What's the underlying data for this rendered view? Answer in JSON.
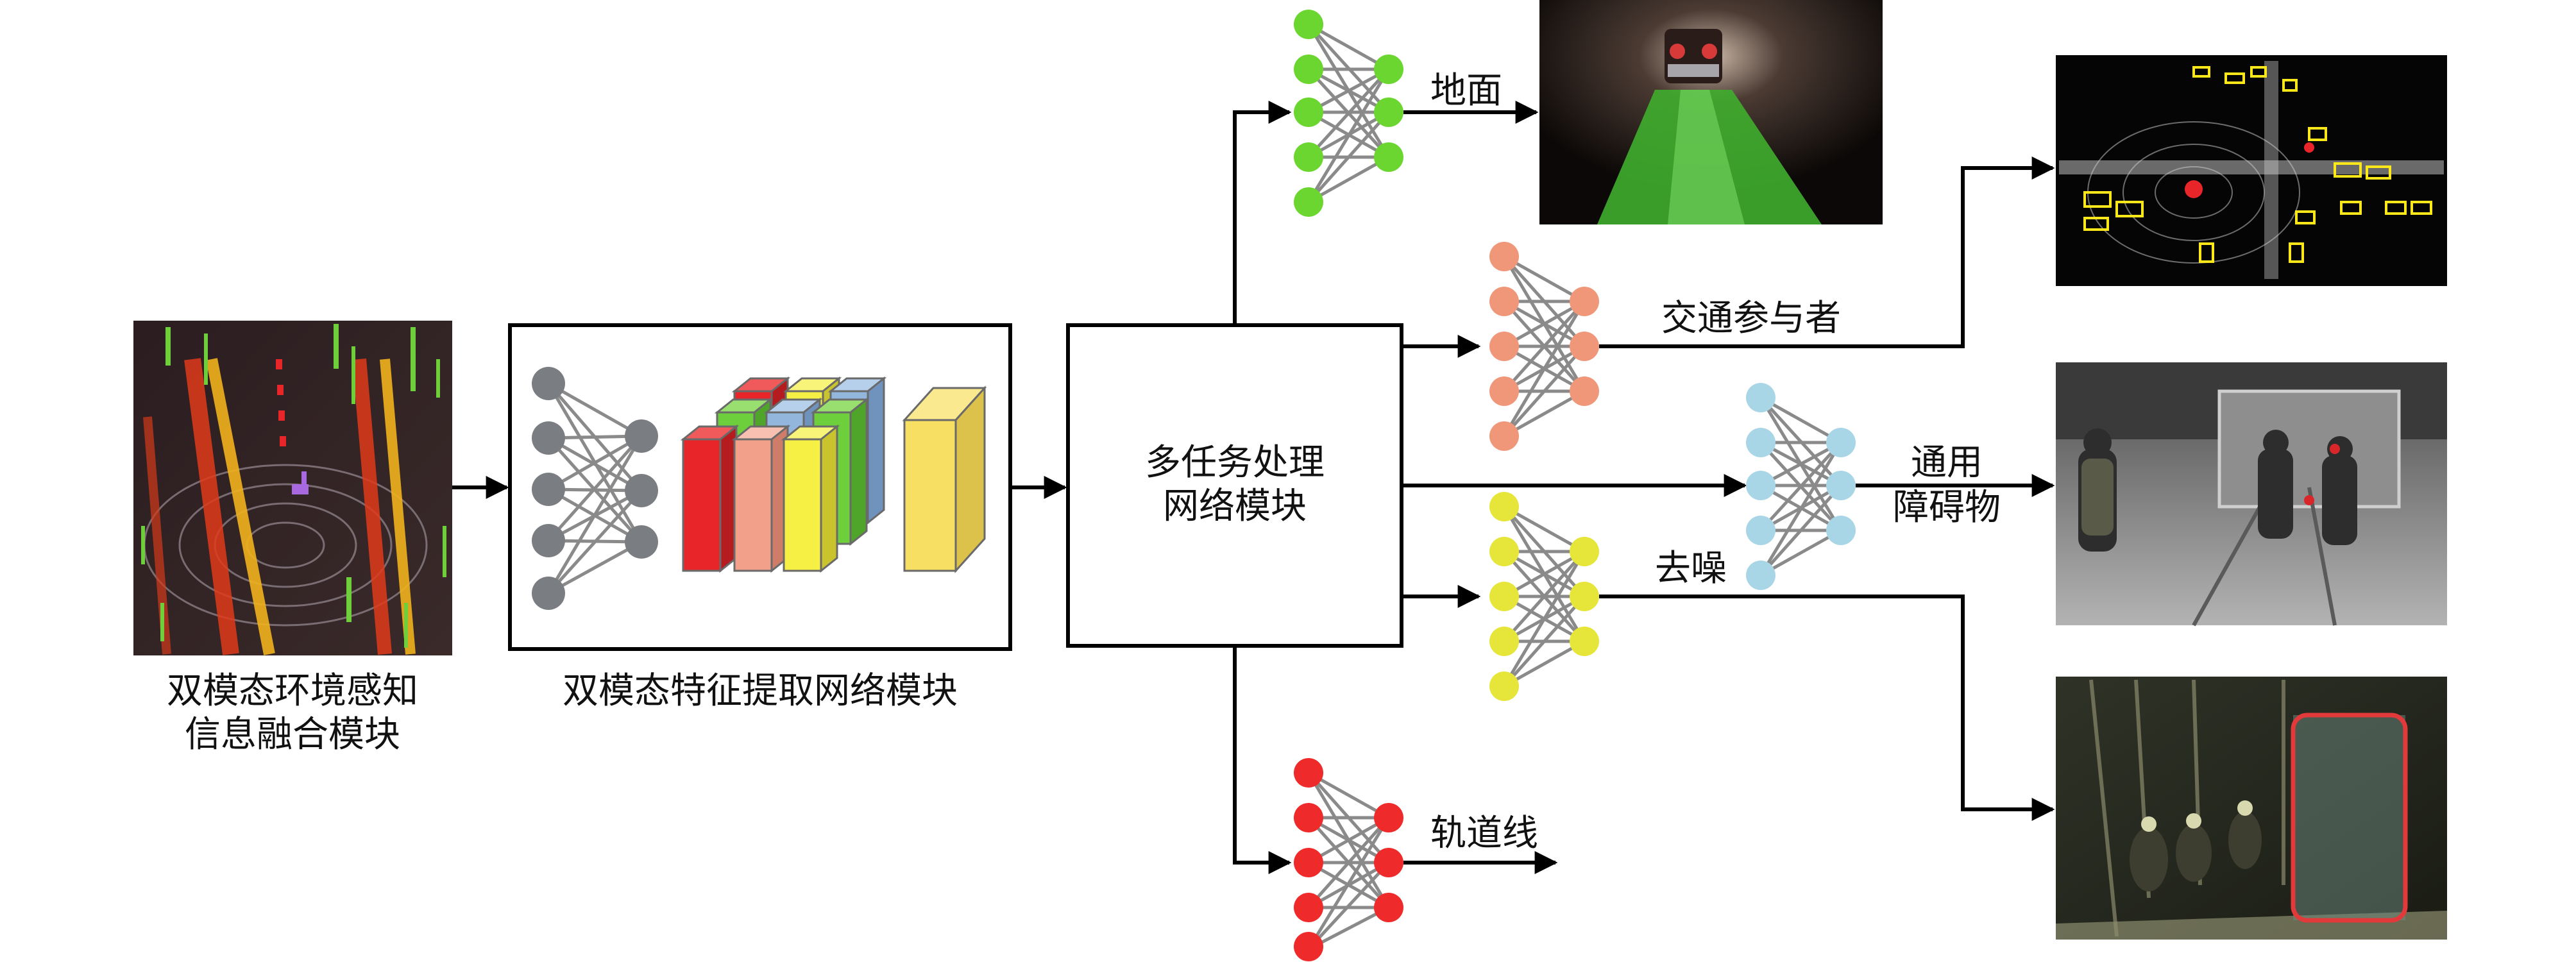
{
  "input": {
    "caption_line1": "双模态环境感知",
    "caption_line2": "信息融合模块"
  },
  "feature_module": {
    "caption": "双模态特征提取网络模块"
  },
  "multitask_module": {
    "label_line1": "多任务处理",
    "label_line2": "网络模块"
  },
  "tasks": {
    "ground": {
      "label": "地面",
      "node_color": "#6bd62f"
    },
    "traffic": {
      "label": "交通参与者",
      "node_color": "#f0977a"
    },
    "obstacle": {
      "label_line1": "通用",
      "label_line2": "障碍物",
      "node_color": "#a9d6e6"
    },
    "denoise": {
      "label": "去噪",
      "node_color": "#e6e63a"
    },
    "rail": {
      "label": "轨道线",
      "node_color": "#ee2a2a"
    }
  },
  "feature_nodes_color": "#7a7d82",
  "feature_blocks": {
    "colors": [
      "#e8262a",
      "#f3a08a",
      "#f5f043",
      "#6ecf3c",
      "#93b6dd",
      "#f7df63"
    ]
  },
  "images": {
    "ground_image": "underground tunnel with green segmented floor",
    "lidar_image": "lidar point cloud with yellow boxes",
    "mine_workers_image": "miners walking in mine tunnel",
    "dusty_image": "dusty mine scene with red box"
  }
}
